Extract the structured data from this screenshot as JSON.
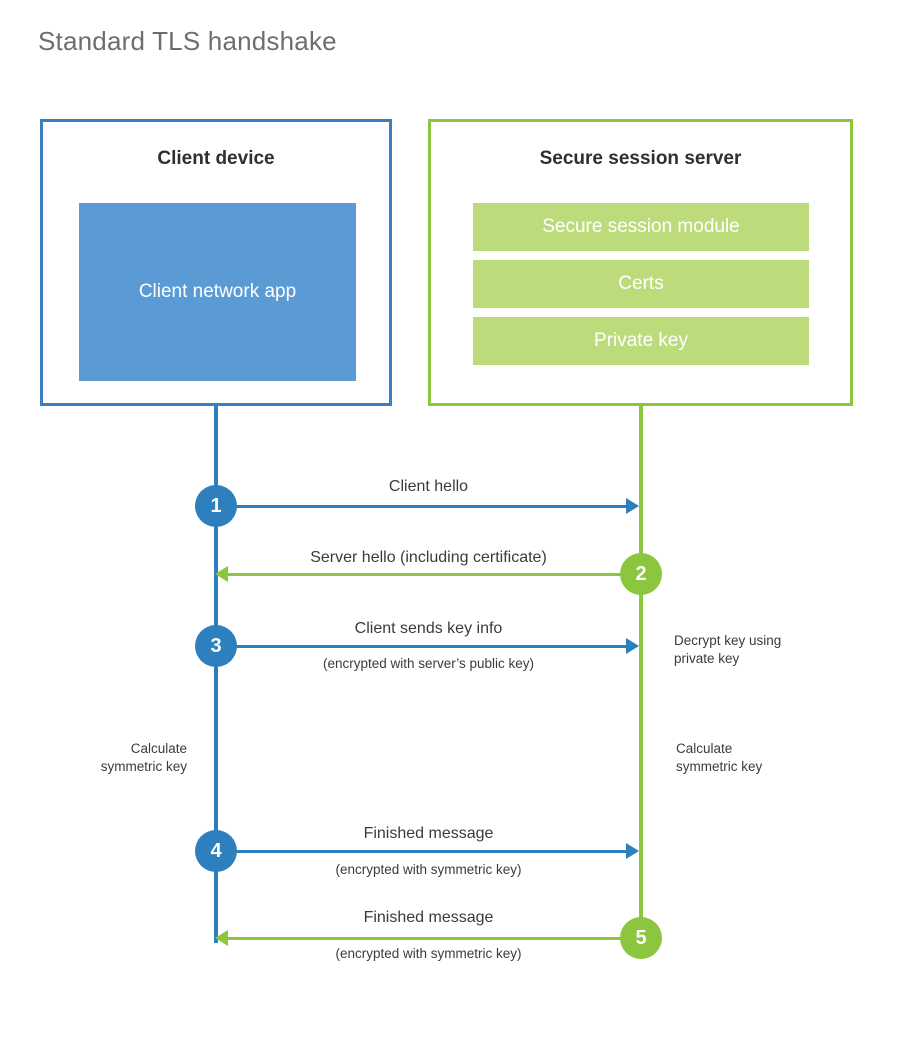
{
  "title": "Standard TLS handshake",
  "actors": {
    "client": {
      "title": "Client device",
      "app_label": "Client network app"
    },
    "server": {
      "title": "Secure session server",
      "modules": [
        "Secure session module",
        "Certs",
        "Private key"
      ]
    }
  },
  "steps": [
    {
      "number": "1",
      "label": "Client hello",
      "sublabel": "",
      "direction": "client-to-server",
      "color": "#2e7fbd"
    },
    {
      "number": "2",
      "label": "Server hello (including certificate)",
      "sublabel": "",
      "direction": "server-to-client",
      "color": "#8cc63e"
    },
    {
      "number": "3",
      "label": "Client sends key info",
      "sublabel": "(encrypted with server’s public key)",
      "direction": "client-to-server",
      "color": "#2e7fbd"
    },
    {
      "number": "4",
      "label": "Finished message",
      "sublabel": "(encrypted with symmetric key)",
      "direction": "client-to-server",
      "color": "#2e7fbd"
    },
    {
      "number": "5",
      "label": "Finished message",
      "sublabel": "(encrypted with symmetric key)",
      "direction": "server-to-client",
      "color": "#8cc63e"
    }
  ],
  "notes": {
    "server_decrypt": "Decrypt key using\nprivate key",
    "client_calc": "Calculate\nsymmetric key",
    "server_calc": "Calculate\nsymmetric key"
  },
  "colors": {
    "client_border": "#3d7fbf",
    "client_fill": "#5b9bd5",
    "client_line": "#2e7fbd",
    "server_border": "#8cc63e",
    "server_fill": "#bcdc7c",
    "server_line": "#8cc63e",
    "title_text": "#6e6e6e",
    "body_text": "#3b3b3b"
  }
}
